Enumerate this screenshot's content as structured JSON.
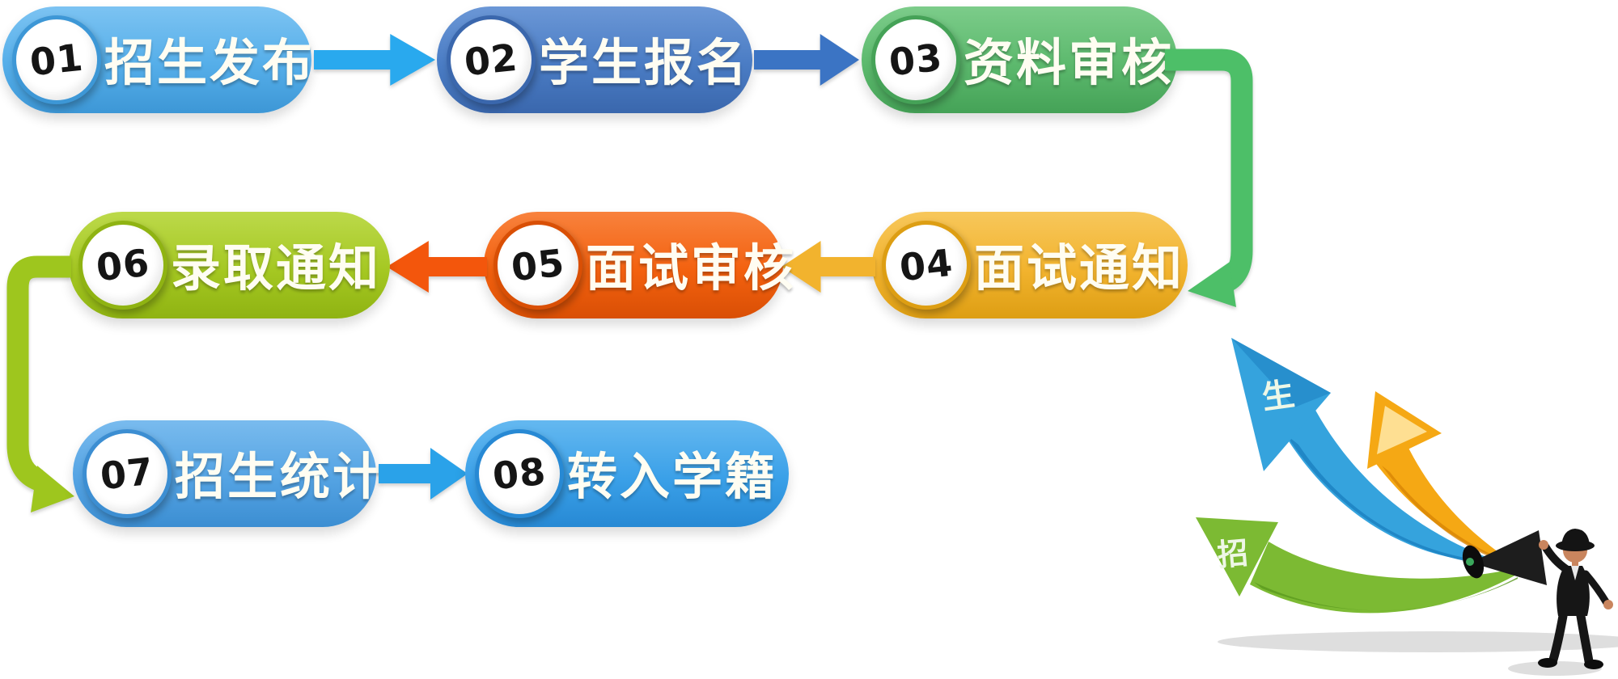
{
  "flow": {
    "steps": [
      {
        "number": "01",
        "label": "招生发布",
        "color": "#55aee9"
      },
      {
        "number": "02",
        "label": "学生报名",
        "color": "#4a7cc4"
      },
      {
        "number": "03",
        "label": "资料审核",
        "color": "#5cb96d"
      },
      {
        "number": "04",
        "label": "面试通知",
        "color": "#f2b32e"
      },
      {
        "number": "05",
        "label": "面试审核",
        "color": "#f3610f"
      },
      {
        "number": "06",
        "label": "录取通知",
        "color": "#a5c822"
      },
      {
        "number": "07",
        "label": "招生统计",
        "color": "#54a3e3"
      },
      {
        "number": "08",
        "label": "转入学籍",
        "color": "#3aa0e8"
      }
    ],
    "connections": [
      {
        "from": "01",
        "to": "02",
        "style": "straight-right",
        "color": "#29a9ee"
      },
      {
        "from": "02",
        "to": "03",
        "style": "straight-right",
        "color": "#3b74c4"
      },
      {
        "from": "03",
        "to": "04",
        "style": "elbow-right-down",
        "color": "#4dbf68"
      },
      {
        "from": "04",
        "to": "05",
        "style": "straight-left",
        "color": "#f2b32e"
      },
      {
        "from": "05",
        "to": "06",
        "style": "straight-left",
        "color": "#f3560c"
      },
      {
        "from": "06",
        "to": "07",
        "style": "elbow-left-down",
        "color": "#9ec61e"
      },
      {
        "from": "07",
        "to": "08",
        "style": "straight-right",
        "color": "#2aa2e9"
      }
    ]
  },
  "illustration": {
    "kind": "megaphone-growth-arrows",
    "arrows": [
      {
        "text": "生",
        "color": "#35a3dd"
      },
      {
        "text": "",
        "color": "#f5a814"
      },
      {
        "text": "招",
        "color": "#7cba33"
      }
    ]
  }
}
